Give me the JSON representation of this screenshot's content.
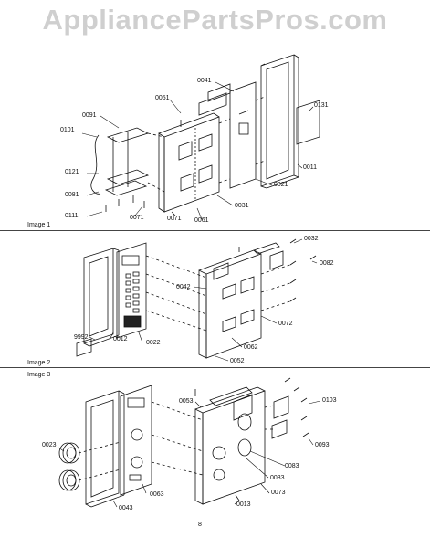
{
  "watermark": "AppliancePartsPros.com",
  "sections": {
    "image1": "Image 1",
    "image2": "Image 2",
    "image3": "Image 3"
  },
  "page_number": "8",
  "parts": {
    "p0041": "0041",
    "p0051": "0051",
    "p0131": "0131",
    "p0091": "0091",
    "p0101": "0101",
    "p0121": "0121",
    "p0081": "0081",
    "p0111": "0111",
    "p0071a": "0071",
    "p0071b": "0071",
    "p0061": "0061",
    "p0031": "0031",
    "p0021": "0021",
    "p0011": "0011",
    "p0032": "0032",
    "p0082": "0082",
    "p0042": "0042",
    "p0072": "0072",
    "p9992": "9992",
    "p0012": "0012",
    "p0022": "0022",
    "p0062": "0062",
    "p0052": "0052",
    "p0053": "0053",
    "p0103": "0103",
    "p0023": "0023",
    "p0083": "0083",
    "p0093": "0093",
    "p0033": "0033",
    "p0043": "0043",
    "p0063": "0063",
    "p0073": "0073",
    "p0013": "0013"
  }
}
